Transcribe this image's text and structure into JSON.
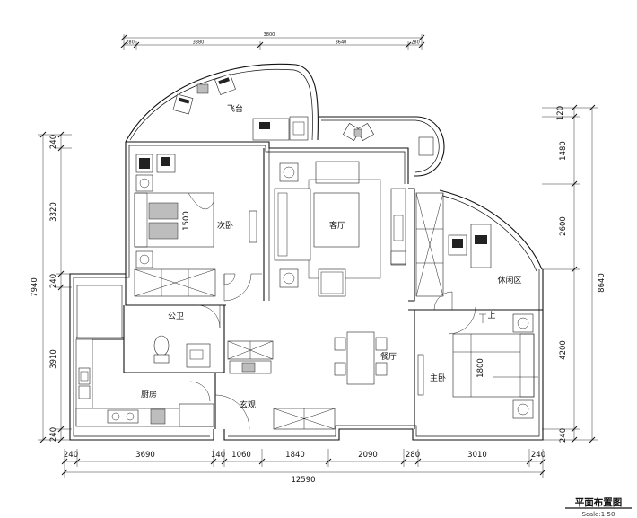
{
  "rooms": {
    "balcony": "飞台",
    "secondary_bedroom": "次卧",
    "living_room": "客厅",
    "leisure_area": "休闲区",
    "public_bath": "公卫",
    "kitchen": "厨房",
    "entrance": "玄观",
    "dining_room": "餐厅",
    "master_bedroom": "主卧"
  },
  "bed_labels": {
    "secondary": "1500",
    "master": "1800"
  },
  "stair_mark": "上",
  "dims_top": {
    "overall": "3800",
    "seg1": "280",
    "seg2": "3380",
    "seg3": "3640",
    "seg4": "280"
  },
  "dims_bottom": [
    "240",
    "3690",
    "140",
    "1060",
    "1840",
    "2090",
    "280",
    "3010",
    "240"
  ],
  "dim_bottom_total": "12590",
  "dims_left": [
    "240",
    "3320",
    "240",
    "3910",
    "240"
  ],
  "dim_left_total": "7940",
  "dims_right": [
    "120",
    "1480",
    "2600",
    "4200",
    "240"
  ],
  "dim_right_total": "8640",
  "title": "平面布置图",
  "scale": "Scale:1:50"
}
